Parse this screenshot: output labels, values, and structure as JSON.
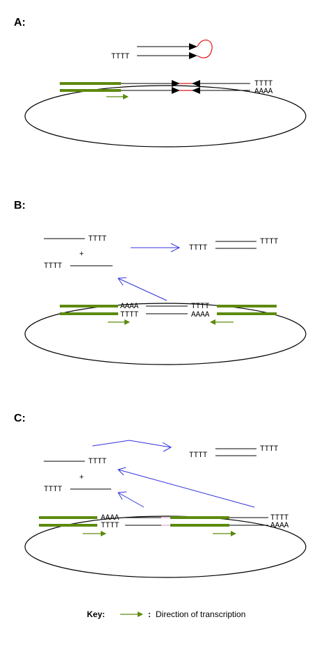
{
  "panels": {
    "a": {
      "label": "A:"
    },
    "b": {
      "label": "B:"
    },
    "c": {
      "label": "C:"
    }
  },
  "seq": {
    "t": "TTTT",
    "a": "AAAA",
    "plus": "+"
  },
  "key": {
    "title": "Key:",
    "colon": ":",
    "description": "Direction of transcription"
  },
  "colors": {
    "green": "#5c8a0c",
    "blue": "#3030e0",
    "red": "#e01818"
  }
}
